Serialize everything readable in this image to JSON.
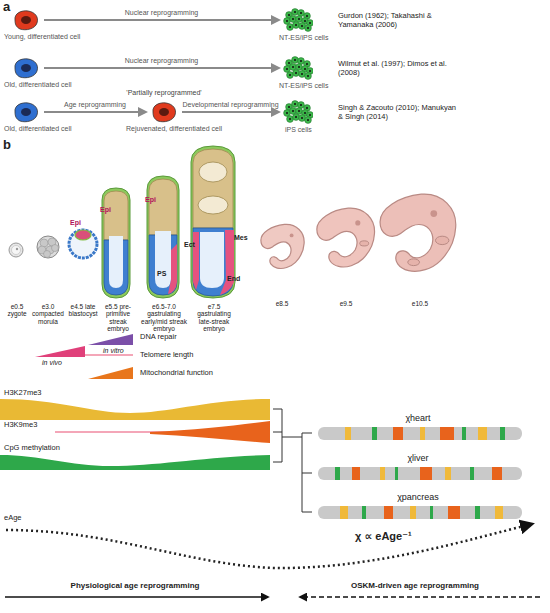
{
  "diagram": {
    "nodes": [
      {
        "text": [
          "Young, differentiated cell"
        ]
      },
      {
        "text": [
          "NT-ES/iPS cells"
        ]
      },
      {
        "text": [
          "Old, differentiated cell"
        ]
      },
      {
        "text": [
          "NT-ES/iPS cells"
        ]
      },
      {
        "text": [
          "Old, differentiated cell"
        ]
      },
      {
        "text": [
          "Rejuvenated, differentiated cell"
        ]
      },
      {
        "text": [
          "iPS cells"
        ]
      }
    ],
    "edges": [
      {
        "from": 0,
        "to": 1,
        "arrow": "to",
        "label": "Nuclear reprogramming"
      },
      {
        "from": 2,
        "to": 3,
        "arrow": "to",
        "label": "Nuclear reprogramming"
      },
      {
        "from": 4,
        "to": 5,
        "arrow": "to",
        "label": "Age reprogramming"
      },
      {
        "from": 5,
        "to": 6,
        "arrow": "to",
        "label": "Developmental reprogramming"
      }
    ],
    "labels": [
      "a",
      "Gurdon (1962); Takahashi & Yamanaka (2006)",
      "Wilmut et al. (1997); Dimos et al. (2008)",
      "'Partially reprogrammed'",
      "Singh & Zacouto (2010); Manukyan & Singh (2014)",
      "b",
      "Epi",
      "Epi",
      "Epi",
      "Ect",
      "Mes",
      "PS",
      "End",
      "e0.5 zygote",
      "e3.0 compacted morula",
      "e4.5 late blastocyst",
      "e5.5 pre-primitive streak embryo",
      "e6.5-7.0 gastrulating early/mid streak embryo",
      "e7.5 gastrulating late-streak embryo",
      "e8.5",
      "e9.5",
      "e10.5",
      "DNA repair",
      "in vitro",
      "Telomere length",
      "in vivo",
      "Mitochondrial function",
      "H3K27me3",
      "H3K9me3",
      "CpG methylation",
      "χheart",
      "χliver",
      "χpancreas",
      "χ ∝ eAge⁻¹",
      "eAge",
      "Physiological age reprogramming",
      "OSKM-driven age reprogramming"
    ]
  }
}
